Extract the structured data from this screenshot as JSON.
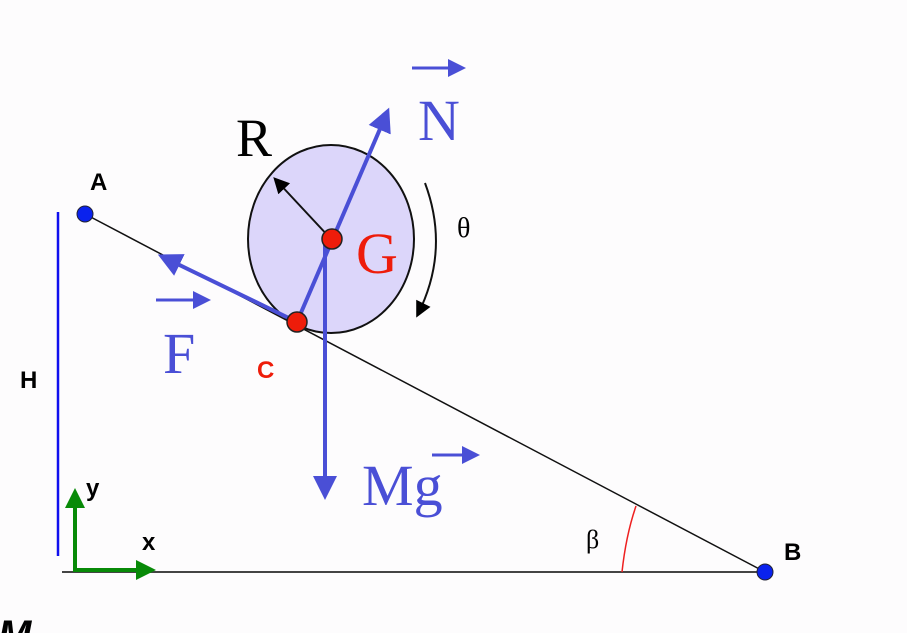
{
  "labels": {
    "A": "A",
    "B": "B",
    "C": "C",
    "G": "G",
    "H": "H",
    "R": "R",
    "N": "N",
    "F": "F",
    "Mg": "Mg",
    "theta": "θ",
    "beta": "β",
    "x": "x",
    "y": "y",
    "cut_text": "M"
  },
  "colors": {
    "force": "#4a4fd6",
    "point_red": "#ee1c0a",
    "point_blue": "#0a22ee",
    "disk_fill": "#dcd6fa",
    "axes": "#088a08",
    "height": "#1010ee"
  }
}
